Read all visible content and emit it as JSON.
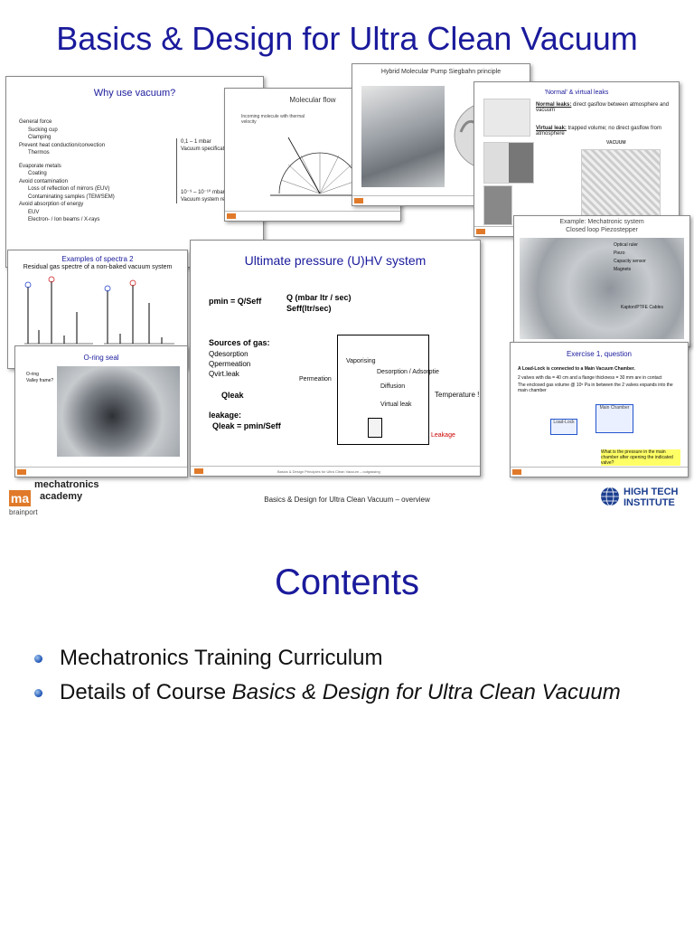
{
  "slide_title": "Basics & Design for Ultra Clean Vacuum",
  "thumbnails": {
    "why_vacuum": {
      "title": "Why use vacuum?",
      "bullets": [
        "General force",
        "Sucking cup",
        "Clamping",
        "Prevent heat conduction/convection",
        "Thermos",
        "Evaporate metals",
        "Coating",
        "Avoid contamination",
        "Loss of reflection of mirrors (EUV)",
        "Contaminating samples (TEM/SEM)",
        "Avoid absorption of energy",
        "EUV",
        "Electron- / Ion beams / X-rays"
      ],
      "notes": [
        "0,1 – 1 mbar",
        "Vacuum specification",
        "10⁻⁹ – 10⁻¹⁰ mbar",
        "Vacuum system requirement"
      ]
    },
    "molecular_flow": {
      "title": "Molecular flow",
      "label": "Incoming molecule with thermal velocity"
    },
    "hybrid_pump": {
      "title": "Hybrid Molecular Pump Siegbahn principle"
    },
    "virtual_leaks": {
      "title": "'Normal' & virtual leaks",
      "normal_leaks": "Normal leaks:",
      "normal_desc": "direct gasflow between atmosphere and vacuum",
      "virtual_leak": "Virtual leak:",
      "virtual_desc": "trapped volume; no direct gasflow from atmosphere",
      "vacuum_label": "VACUUM"
    },
    "spectra": {
      "title": "Examples of spectra 2",
      "subtitle": "Residual gas spectre of a non-baked vacuum system"
    },
    "ultimate_pressure": {
      "title": "Ultimate pressure (U)HV system",
      "formula": "pmin = Q/Seff",
      "units_q": "Q (mbar ltr / sec)",
      "units_s": "Seff(ltr/sec)",
      "sources_heading": "Sources of gas:",
      "sources": [
        "Qdesorption",
        "Qpermeation",
        "Qvirt.leak"
      ],
      "qleak": "Qleak",
      "leakage_heading": "leakage:",
      "leakage_formula": "Qleak = pmin/Seff",
      "diagram_labels": [
        "Vaporising",
        "Desorption / Adsorptie",
        "Permeation",
        "Diffusion",
        "Virtual leak",
        "Temperature !",
        "Leakage"
      ],
      "footer": "Basics & Design Principles for Ultra Clean Vacuum – outgassing"
    },
    "mechatronic_system": {
      "title": "Example: Mechatronic system",
      "subtitle": "Closed loop Piezostepper",
      "labels": [
        "Optical ruler",
        "Piezo",
        "Capacity sensor",
        "Magnets",
        "Kapton/PTFE Cables"
      ]
    },
    "oring": {
      "title": "O-ring seal",
      "labels": [
        "O-ring",
        "Valley frame?"
      ]
    },
    "exercise": {
      "title": "Exercise 1, question",
      "text1": "A Load-Lock is connected to a Main Vacuum Chamber.",
      "text2": "2 valves with dia = 40 cm and a flange thickness = 30 mm are in contact",
      "text3": "The enclosed gas volume @ 10⁵ Pa in between the 2 valves expands into the main chamber",
      "main_chamber": "Main Chamber",
      "load_lock": "Load-Lock",
      "question": "What is the pressure in the main chamber after opening the indicated valve?"
    }
  },
  "footer": {
    "logo_line1": "mechatronics",
    "logo_line2": "academy",
    "logo_mark": "ma",
    "brainport": "brainport",
    "center_text": "Basics & Design for Ultra Clean Vacuum – overview",
    "right_logo_line1": "HIGH TECH",
    "right_logo_line2": "INSTITUTE"
  },
  "contents": {
    "heading": "Contents",
    "items": [
      {
        "text": "Mechatronics Training Curriculum",
        "italic": ""
      },
      {
        "text": "Details of Course ",
        "italic": "Basics & Design for Ultra Clean Vacuum"
      }
    ]
  },
  "colors": {
    "title_blue": "#1a1a9c",
    "logo_orange": "#e07a2a",
    "accent_red": "#cc0000"
  }
}
